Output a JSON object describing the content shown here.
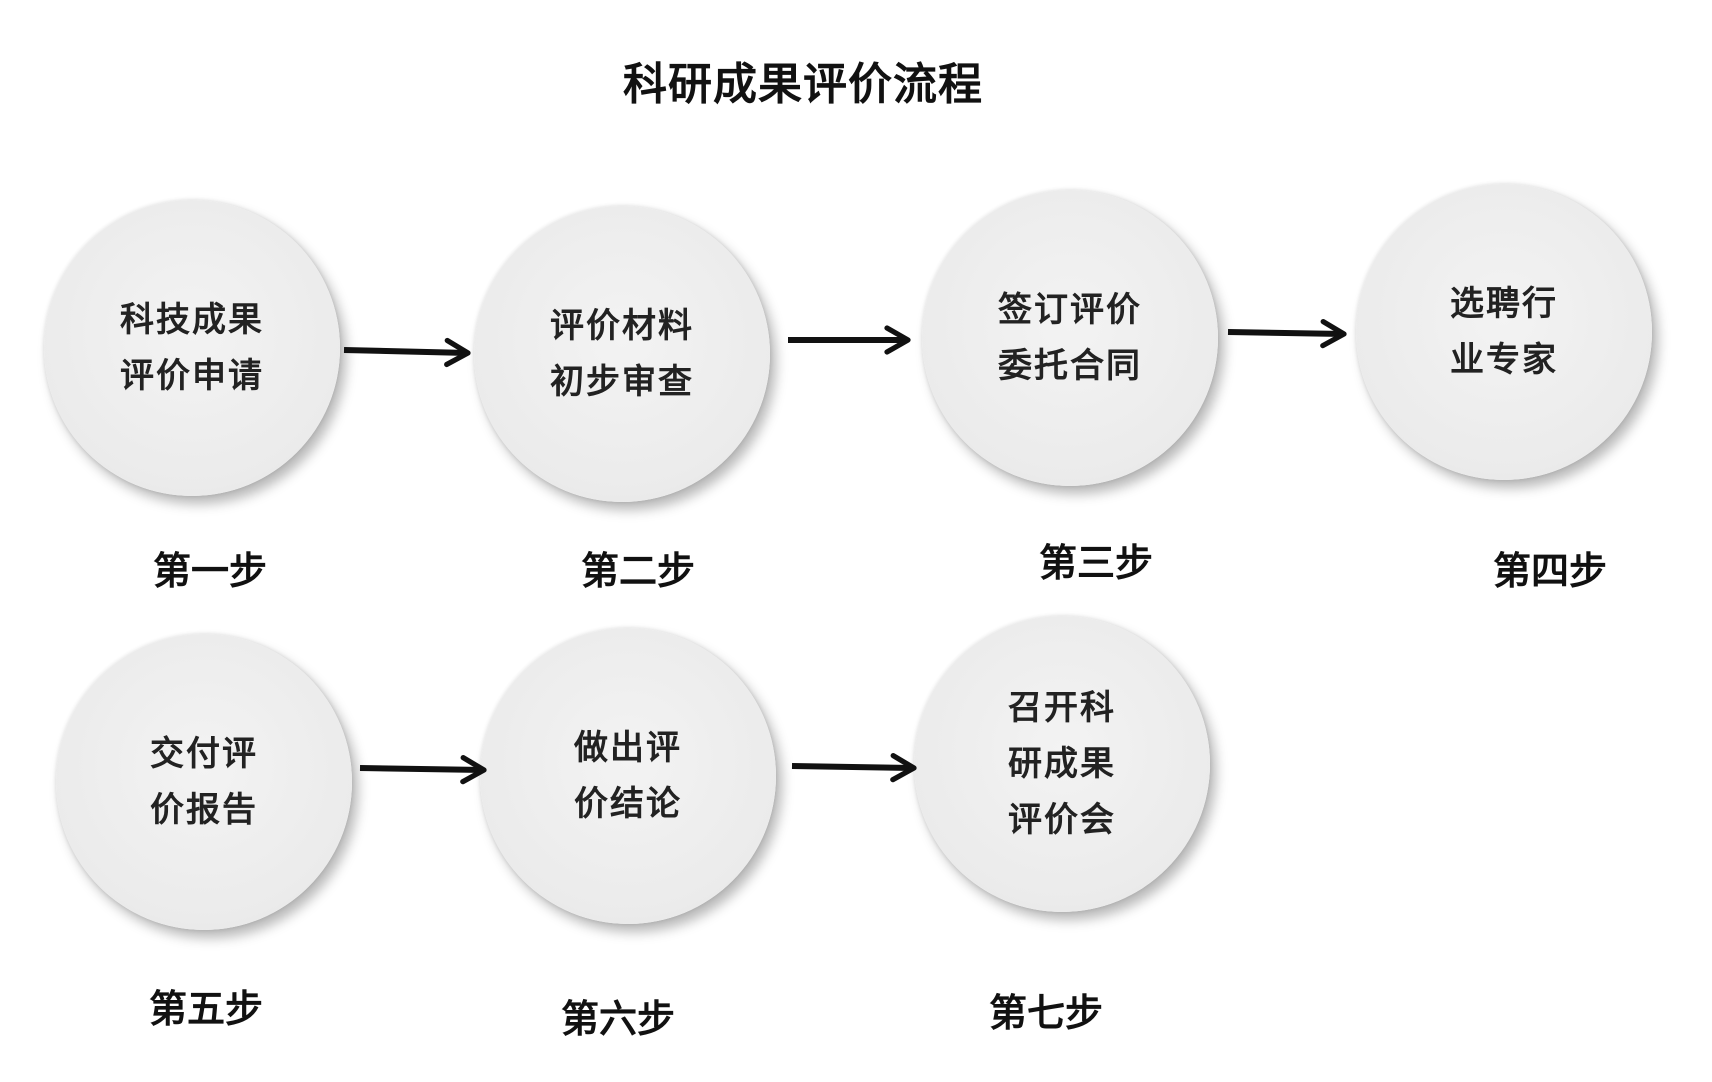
{
  "title": "科研成果评价流程",
  "steps": [
    {
      "label": "科技成果\n评价申请",
      "number": "第一步"
    },
    {
      "label": "评价材料\n初步审查",
      "number": "第二步"
    },
    {
      "label": "签订评价\n委托合同",
      "number": "第三步"
    },
    {
      "label": "选聘行\n业专家",
      "number": "第四步"
    },
    {
      "label": "交付评\n价报告",
      "number": "第五步"
    },
    {
      "label": "做出评\n价结论",
      "number": "第六步"
    },
    {
      "label": "召开科\n研成果\n评价会",
      "number": "第七步"
    }
  ]
}
